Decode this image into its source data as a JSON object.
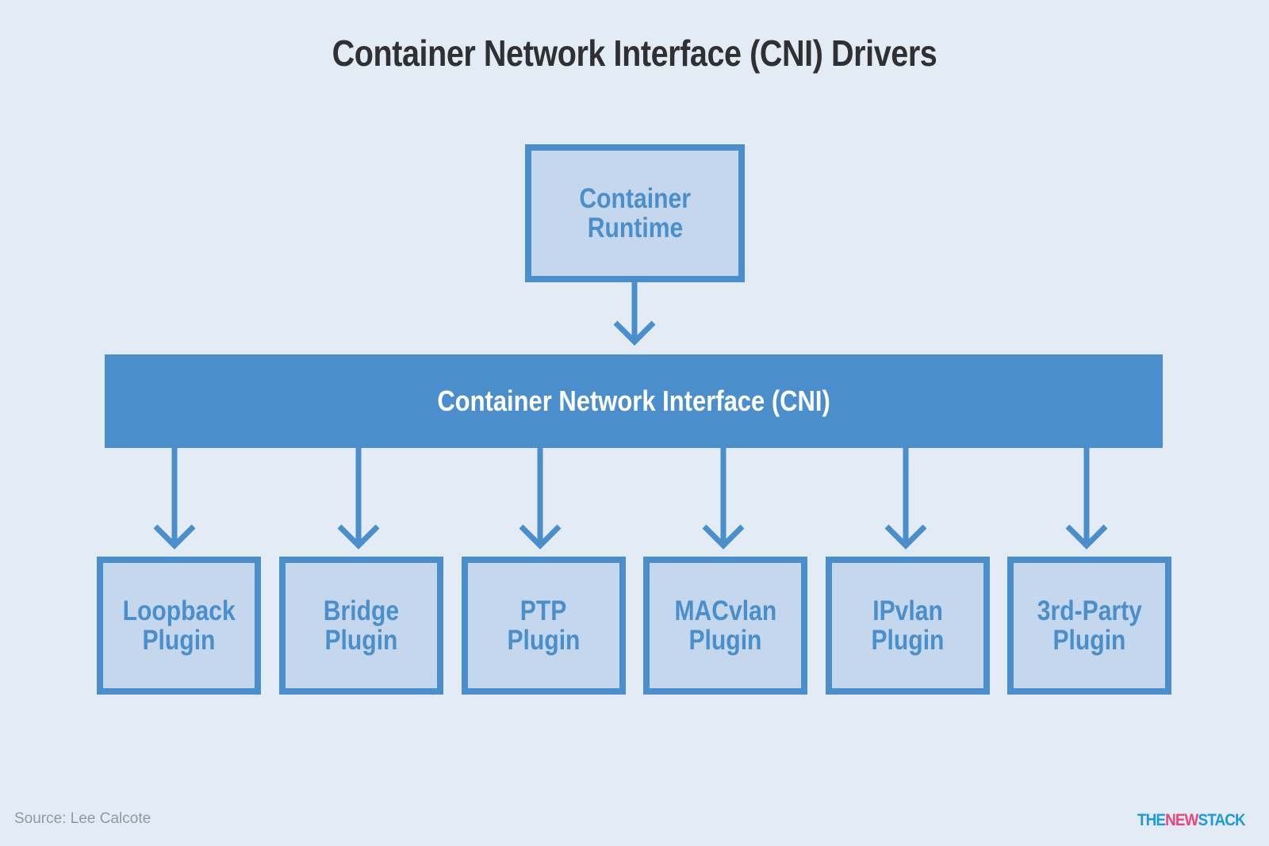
{
  "title": "Container Network Interface (CNI) Drivers",
  "runtime": {
    "line1": "Container",
    "line2": "Runtime"
  },
  "cni_bar": {
    "label": "Container Network Interface (CNI)"
  },
  "plugins": [
    {
      "line1": "Loopback",
      "line2": "Plugin"
    },
    {
      "line1": "Bridge",
      "line2": "Plugin"
    },
    {
      "line1": "PTP",
      "line2": "Plugin"
    },
    {
      "line1": "MACvlan",
      "line2": "Plugin"
    },
    {
      "line1": "IPvlan",
      "line2": "Plugin"
    },
    {
      "line1": "3rd-Party",
      "line2": "Plugin"
    }
  ],
  "source": "Source: Lee Calcote",
  "logo": {
    "the": "THE",
    "new": "NEW",
    "stack": "STACK"
  },
  "colors": {
    "background": "#e3ebf4",
    "accent": "#4a8fcc",
    "box_fill": "#c4d7ed",
    "title": "#2f3033",
    "logo_blue": "#1e9ad6",
    "logo_pink": "#e8467c"
  }
}
